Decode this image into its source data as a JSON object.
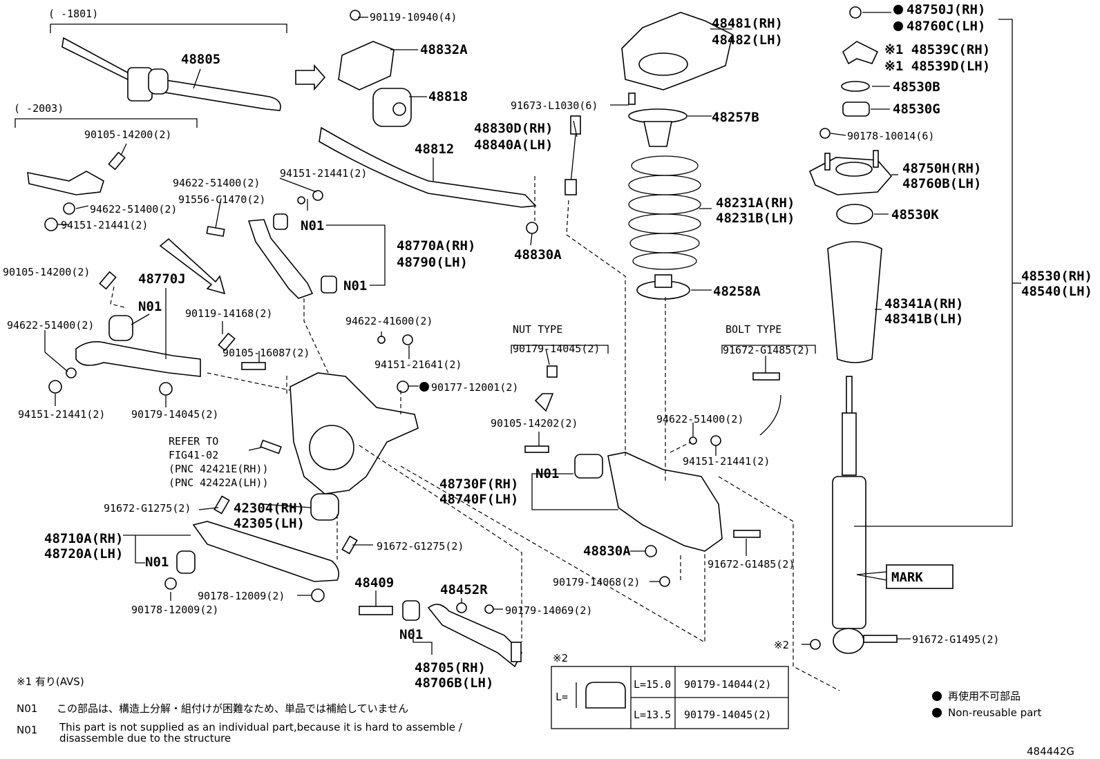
{
  "labels": {
    "range_1801": "(   -1801)",
    "range_2003": "(   -2003)",
    "p48805": "48805",
    "p90119_10940": "90119-10940(4)",
    "p48832A": "48832A",
    "p48818": "48818",
    "p48481": "48481(RH)",
    "p48482": "48482(LH)",
    "p48750J": "48750J(RH)",
    "p48760C": "48760C(LH)",
    "p48539C": "※1 48539C(RH)",
    "p48539D": "※1 48539D(LH)",
    "p48530B": "48530B",
    "p48530G": "48530G",
    "p90178_10014": "90178-10014(6)",
    "p48750H": "48750H(RH)",
    "p48760B": "48760B(LH)",
    "p48530K": "48530K",
    "p48530RH": "48530(RH)",
    "p48540LH": "48540(LH)",
    "p48341A": "48341A(RH)",
    "p48341B": "48341B(LH)",
    "p91673_L1030": "91673-L1030(6)",
    "p48257B": "48257B",
    "p48830D": "48830D(RH)",
    "p48840A": "48840A(LH)",
    "p48812": "48812",
    "p90105_14200_a": "90105-14200(2)",
    "p94151_21441_a": "94151-21441(2)",
    "p94622_51400_a": "94622-51400(2)",
    "p91556_C1470": "91556-C1470(2)",
    "p94622_51400_b": "94622-51400(2)",
    "p94151_21441_b": "94151-21441(2)",
    "n01_a": "N01",
    "p48770A": "48770A(RH)",
    "p48790": "48790(LH)",
    "n01_b": "N01",
    "p48231A": "48231A(RH)",
    "p48231B": "48231B(LH)",
    "p48830A_a": "48830A",
    "p48258A": "48258A",
    "p90105_14200_b": "90105-14200(2)",
    "p48770J": "48770J",
    "n01_c": "N01",
    "p94622_51400_c": "94622-51400(2)",
    "p90119_14168": "90119-14168(2)",
    "p94622_41600": "94622-41600(2)",
    "p90105_16087": "90105-16087(2)",
    "p94151_21641": "94151-21641(2)",
    "p90177_12001": "90177-12001(2)",
    "p94151_21441_c": "94151-21441(2)",
    "p90179_14045_a": "90179-14045(2)",
    "nut_type": "NUT TYPE",
    "p90179_14045_b": "90179-14045(2)",
    "bolt_type": "BOLT TYPE",
    "p91672_G1485_a": "91672-G1485(2)",
    "refer_1": "REFER TO",
    "refer_2": "FIG41-02",
    "refer_3": "(PNC 42421E(RH))",
    "refer_4": "(PNC 42422A(LH))",
    "p90105_14202": "90105-14202(2)",
    "p94622_51400_d": "94622-51400(2)",
    "p94151_21441_d": "94151-21441(2)",
    "n01_d": "N01",
    "p48730F": "48730F(RH)",
    "p48740F": "48740F(LH)",
    "p91672_G1275_a": "91672-G1275(2)",
    "p42304": "42304(RH)",
    "p42305": "42305(LH)",
    "p48710A": "48710A(RH)",
    "p48720A": "48720A(LH)",
    "n01_e": "N01",
    "p91672_G1275_b": "91672-G1275(2)",
    "p48830A_b": "48830A",
    "p91672_G1485_b": "91672-G1485(2)",
    "p90179_14068": "90179-14068(2)",
    "mark": "MARK",
    "p48409": "48409",
    "p48452R": "48452R",
    "p90178_12009_a": "90178-12009(2)",
    "p90178_12009_b": "90178-12009(2)",
    "p90179_14069": "90179-14069(2)",
    "n01_f": "N01",
    "p48705": "48705(RH)",
    "p48706B": "48706B(LH)",
    "ref2": "※2",
    "p91672_G1495": "91672-G1495(2)",
    "figure_id": "484442G"
  },
  "table": {
    "title": "※2",
    "l_label": "L=",
    "rows": [
      {
        "length": "L=15.0",
        "part": "90179-14044(2)"
      },
      {
        "length": "L=13.5",
        "part": "90179-14045(2)"
      }
    ]
  },
  "legend": {
    "jp": "再使用不可部品",
    "en": "Non-reusable part"
  },
  "notes": {
    "note1": "※1 有り(AVS)",
    "n01_key_1": "N01",
    "n01_jp": "この部品は、構造上分解・組付けが困難なため、単品では補給していません",
    "n01_key_2": "N01",
    "n01_en_1": "This part is not supplied as an individual part,because it is hard to assemble /",
    "n01_en_2": "disassemble due to the structure"
  },
  "colors": {
    "ink": "#000000",
    "paper": "#ffffff"
  }
}
